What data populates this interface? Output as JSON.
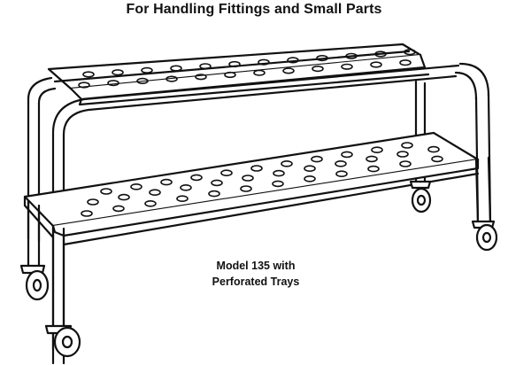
{
  "title": "For Handling Fittings and Small Parts",
  "caption": {
    "line1": "Model 135 with",
    "line2": "Perforated Trays"
  },
  "illustration": {
    "subject": "two-shelf cart with perforated trays",
    "ink_color": "#111111",
    "paper_color": "#ffffff"
  }
}
